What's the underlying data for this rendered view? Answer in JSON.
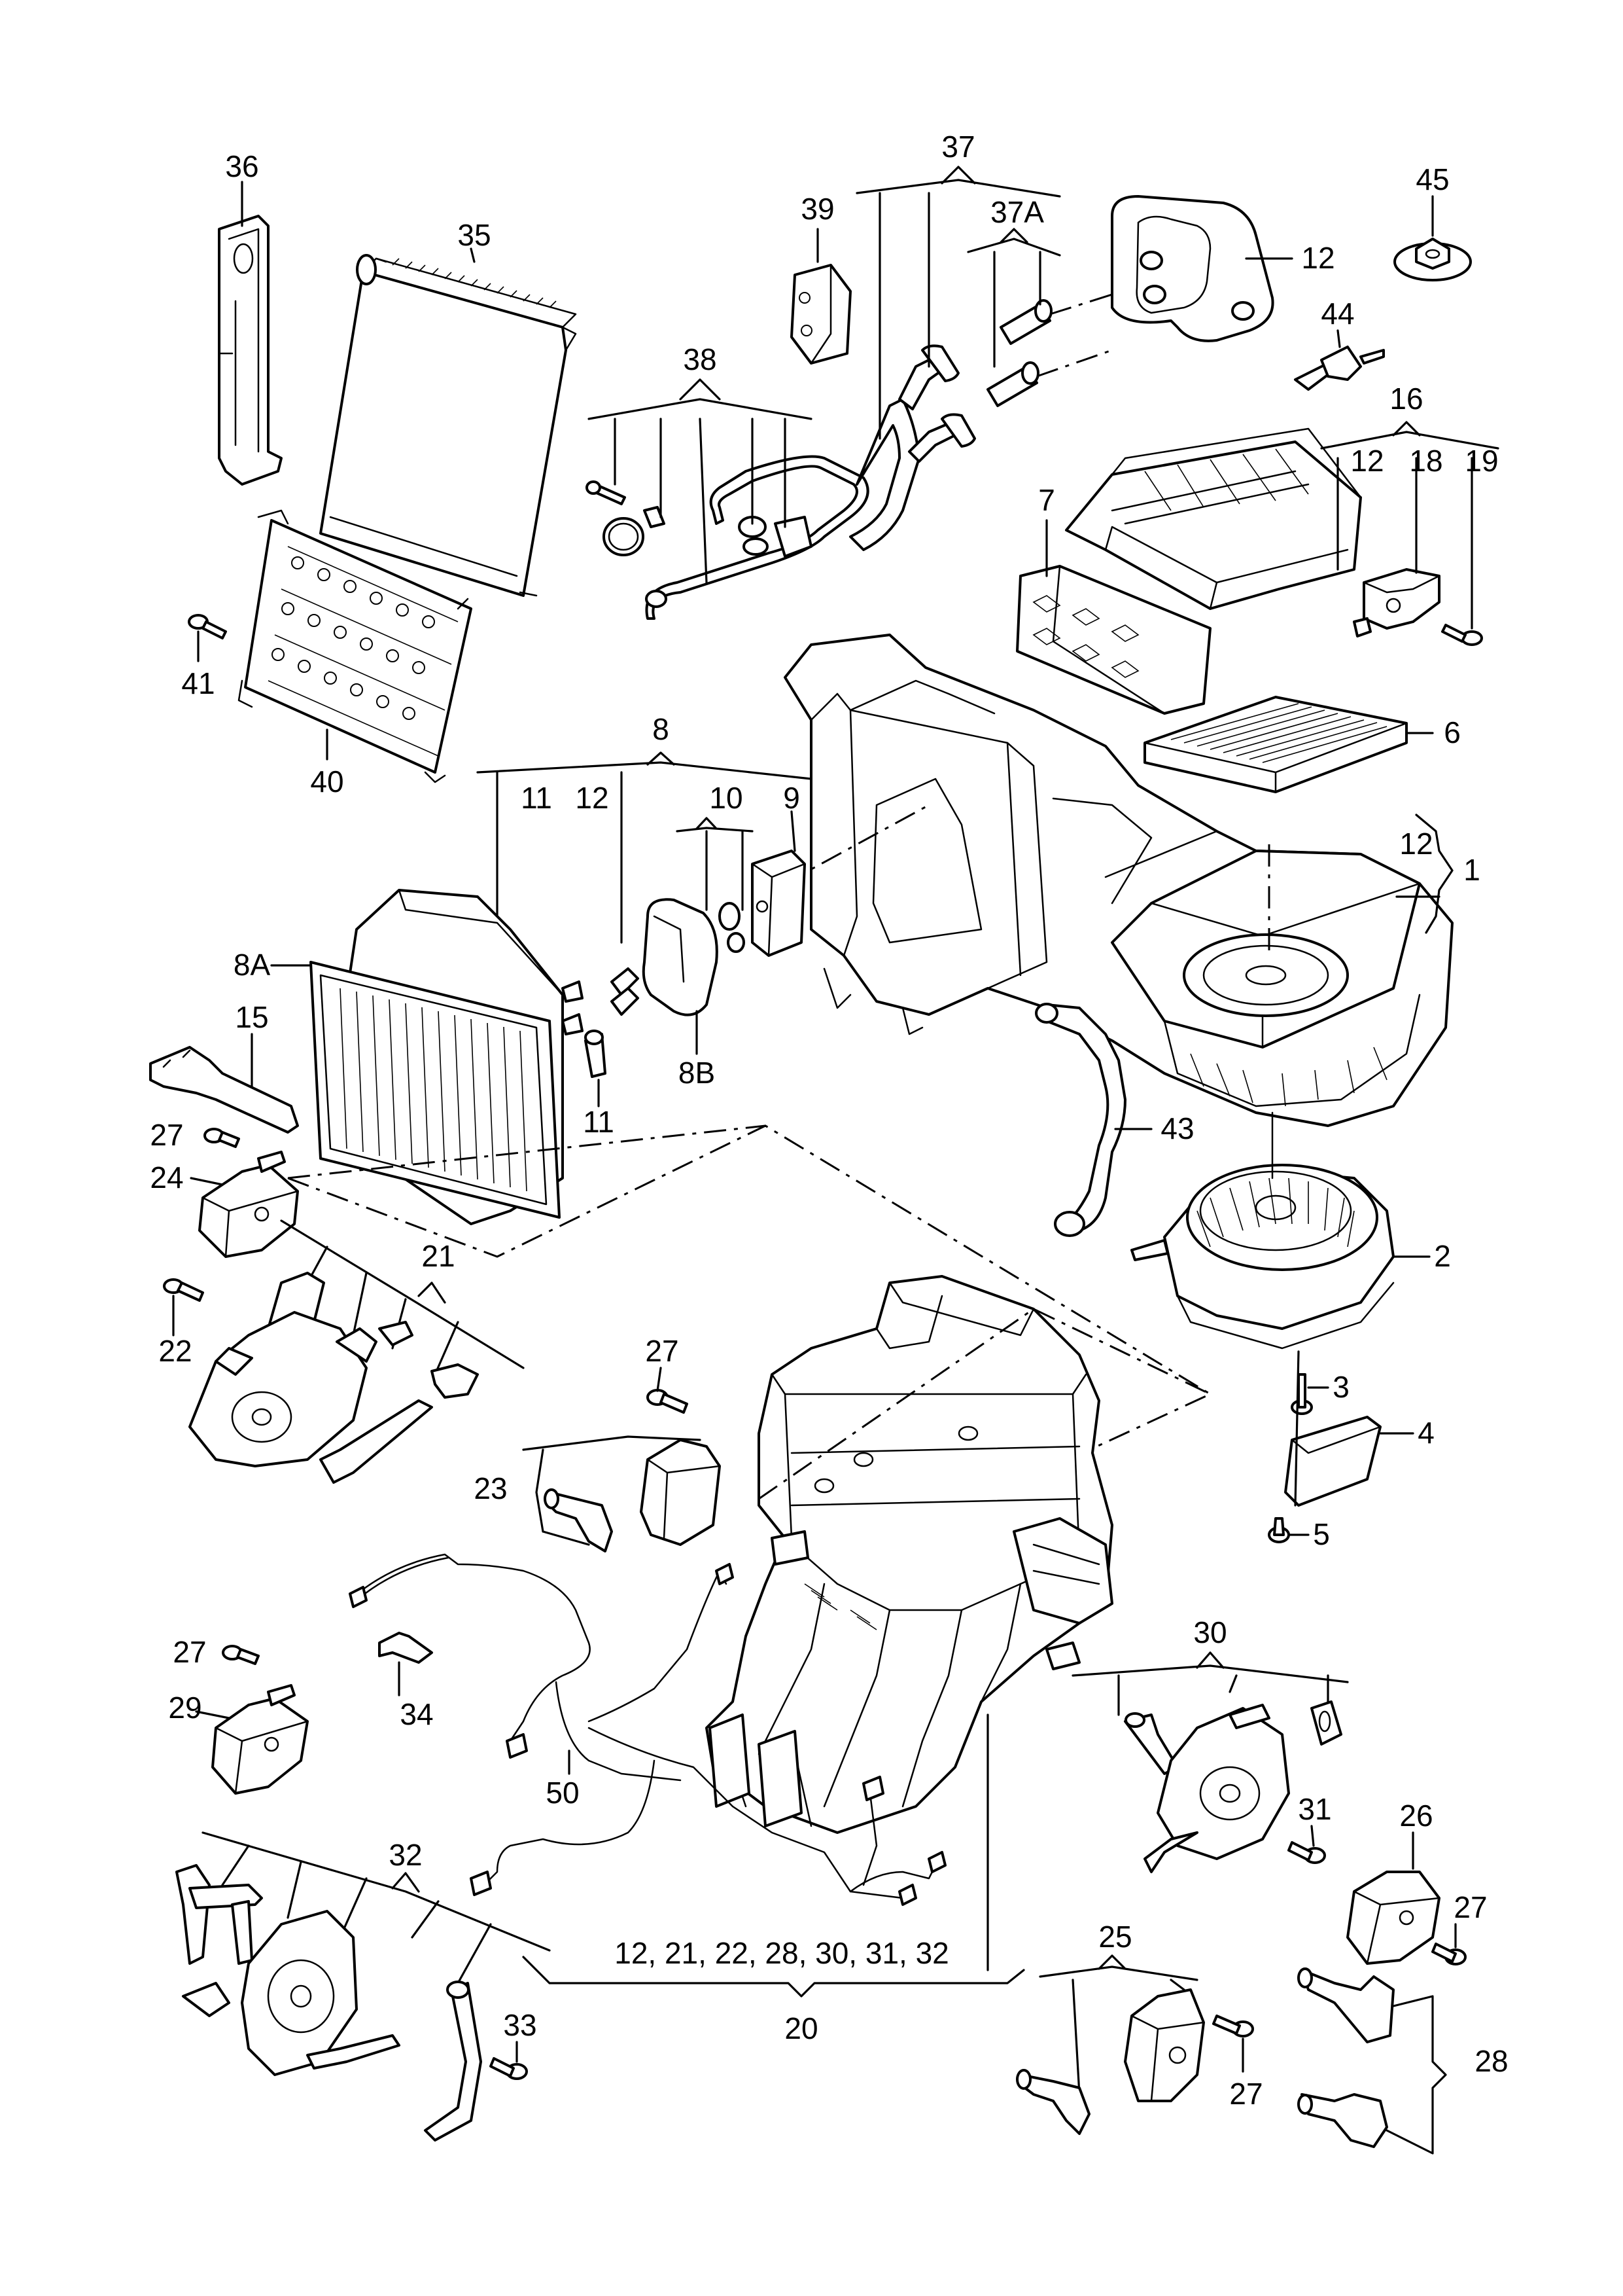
{
  "diagram": {
    "callouts": {
      "c36": "36",
      "c35": "35",
      "c39": "39",
      "c37": "37",
      "c37a": "37A",
      "c12_top": "12",
      "c45": "45",
      "c44": "44",
      "c38": "38",
      "c16": "16",
      "c7": "7",
      "c12_b": "12",
      "c18": "18",
      "c19": "19",
      "c41": "41",
      "c40": "40",
      "c6": "6",
      "c8": "8",
      "c11": "11",
      "c12_c": "12",
      "c10": "10",
      "c9": "9",
      "c12_d": "12",
      "c1": "1",
      "c8a": "8A",
      "c15": "15",
      "c11_b": "11",
      "c8b": "8B",
      "c27_a": "27",
      "c24": "24",
      "c43": "43",
      "c21": "21",
      "c2": "2",
      "c22": "22",
      "c27_b": "27",
      "c3": "3",
      "c4": "4",
      "c23": "23",
      "c5": "5",
      "c27_c": "27",
      "c34": "34",
      "c29": "29",
      "c30": "30",
      "c50": "50",
      "c31": "31",
      "c26": "26",
      "c32": "32",
      "c27_d": "27",
      "c25": "25",
      "c20_list": "12, 21, 22, 28, 30, 31, 32",
      "c20": "20",
      "c33": "33",
      "c28": "28",
      "c27_e": "27"
    }
  }
}
